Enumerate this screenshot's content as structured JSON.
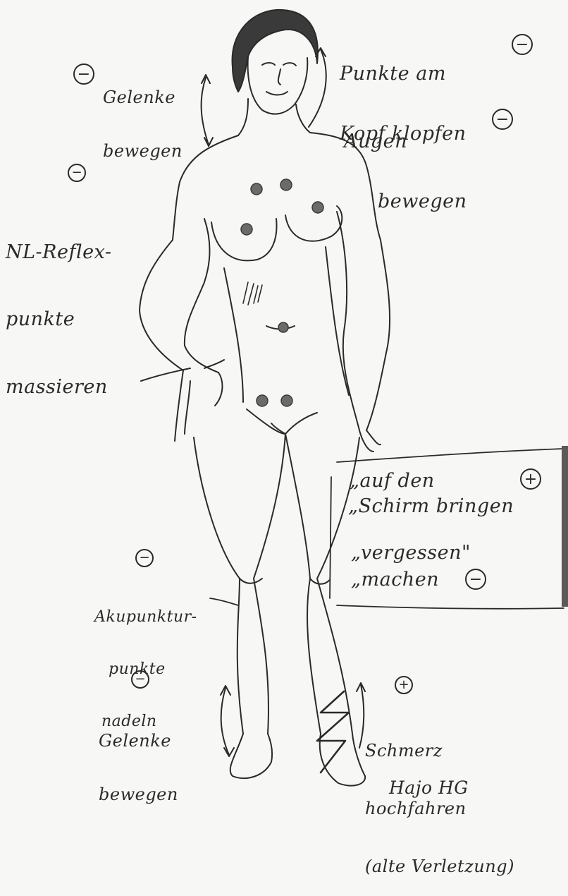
{
  "annotations": {
    "head_points": {
      "line1": "Punkte am",
      "line2": "Kopf klopfen",
      "symbol": "−"
    },
    "eyes": {
      "line1": "Augen",
      "line2": "bewegen",
      "symbol": "−"
    },
    "joints_top": {
      "line1": "Gelenke",
      "line2": "bewegen",
      "symbol": "−"
    },
    "nl_reflex": {
      "line1": "NL-Reflex-",
      "line2": "punkte",
      "line3": "massieren",
      "symbol": "−"
    },
    "acupuncture": {
      "line1": "Akupunktur-",
      "line2": "punkte",
      "line3": "nadeln",
      "symbol": "−"
    },
    "joints_bottom": {
      "line1": "Gelenke",
      "line2": "bewegen",
      "symbol": "−"
    },
    "pain": {
      "line1": "Schmerz",
      "line2": "hochfahren",
      "line3": "(alte Verletzung)",
      "symbol": "+"
    }
  },
  "quote_box": {
    "line1": "„auf den",
    "line2": "„Schirm bringen",
    "symbol1": "+",
    "line3": "„vergessen\"",
    "line4": "„machen",
    "symbol2": "−"
  },
  "signature": "Hajo HG",
  "colors": {
    "ink": "#2a2a2a",
    "paper": "#f7f7f5",
    "dot": "#6b6b6b"
  }
}
